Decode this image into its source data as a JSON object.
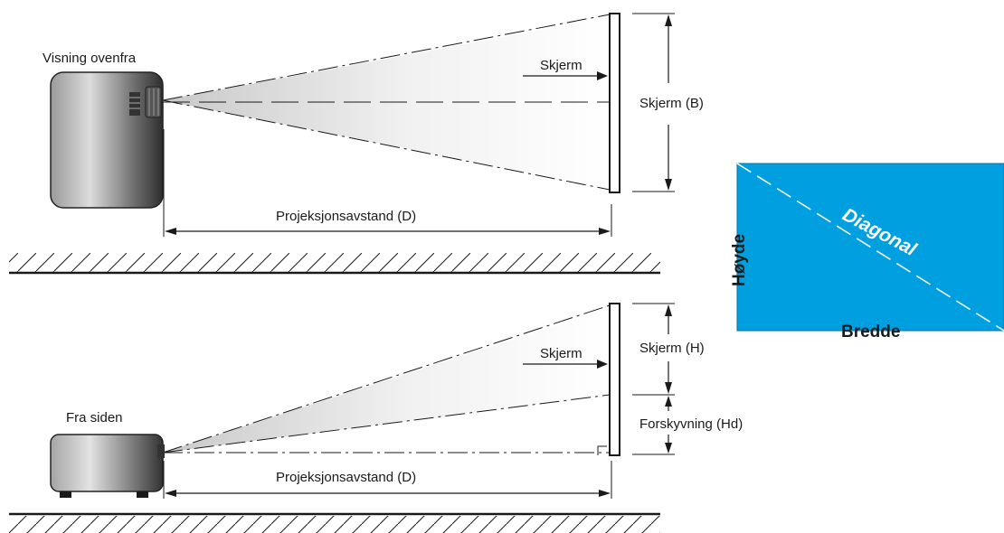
{
  "top_view": {
    "title": "Visning ovenfra",
    "screen_label": "Skjerm",
    "width_label": "Skjerm (B)",
    "distance_label": "Projeksjonsavstand (D)"
  },
  "side_view": {
    "title": "Fra siden",
    "screen_label": "Skjerm",
    "height_label": "Skjerm (H)",
    "offset_label": "Forskyvning (Hd)",
    "distance_label": "Projeksjonsavstand (D)"
  },
  "screen_panel": {
    "diagonal_label": "Diagonal",
    "height_label": "Høyde",
    "width_label": "Bredde",
    "fill_color": "#009fdf"
  },
  "icons": {
    "projector_top": "projector-top-view-icon",
    "projector_side": "projector-side-view-icon",
    "floor": "floor-hatch-icon"
  }
}
